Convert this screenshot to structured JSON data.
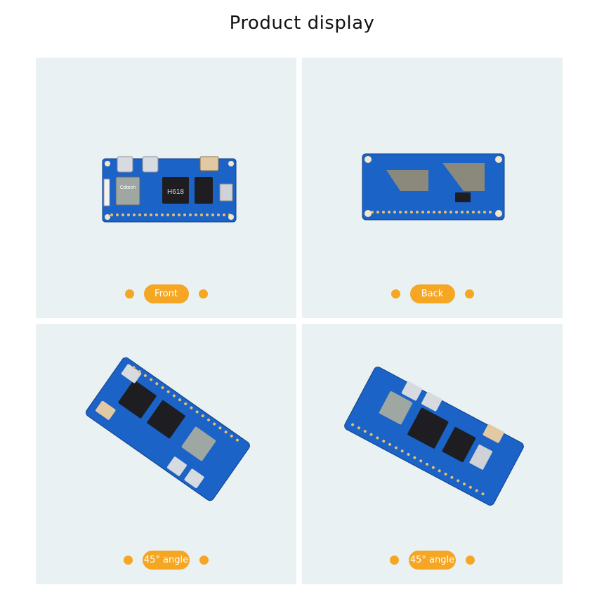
{
  "heading": "Product display",
  "colors": {
    "accent": "#f5a623",
    "tile_bg": "#e9f1f3",
    "pcb_blue": "#1b63c6"
  },
  "tiles": [
    {
      "label": "Front",
      "view": "front"
    },
    {
      "label": "Back",
      "view": "back"
    },
    {
      "label": "45° angle",
      "view": "angle-left"
    },
    {
      "label": "45° angle",
      "view": "angle-right"
    }
  ],
  "chips": {
    "soc": "H618",
    "wifi_brand": "Cdtech"
  }
}
